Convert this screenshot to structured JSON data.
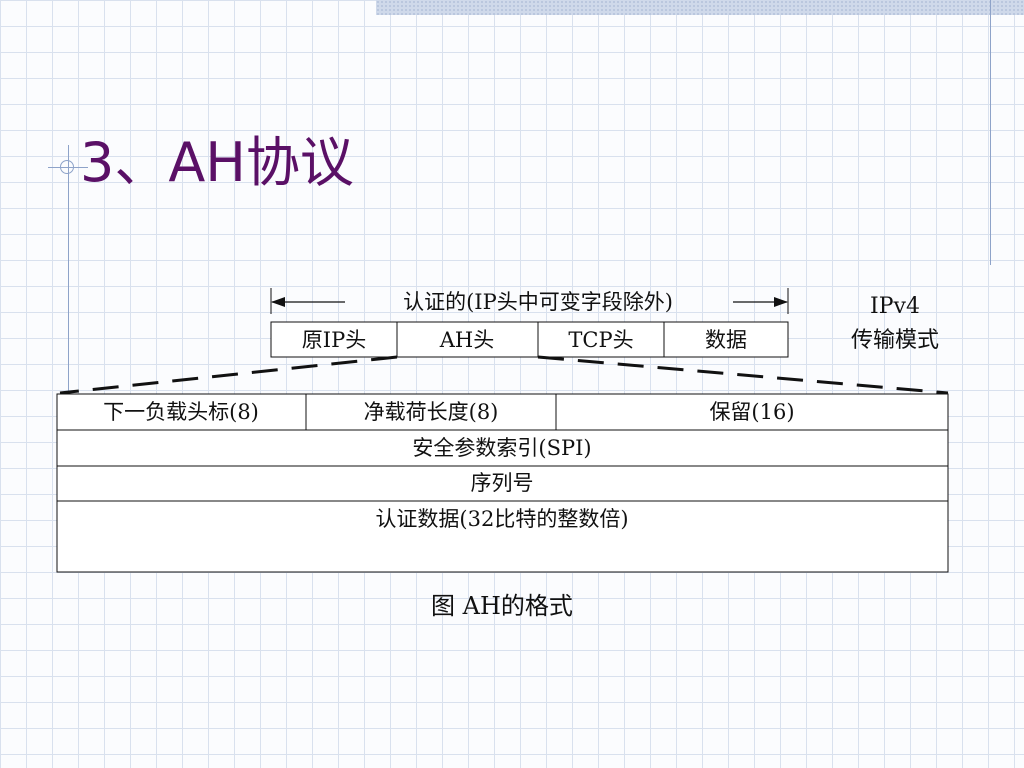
{
  "slide": {
    "title": "3、AH协议"
  },
  "packet": {
    "span_label": "认证的(IP头中可变字段除外)",
    "fields": [
      "原IP头",
      "AH头",
      "TCP头",
      "数据"
    ],
    "mode_label_line1": "IPv4",
    "mode_label_line2": "传输模式"
  },
  "ah_header": {
    "row1": {
      "next_header": "下一负载头标(8)",
      "payload_length": "净载荷长度(8)",
      "reserved": "保留(16)"
    },
    "spi": "安全参数索引(SPI)",
    "sequence_number": "序列号",
    "auth_data": "认证数据(32比特的整数倍)"
  },
  "caption": "图 AH的格式"
}
